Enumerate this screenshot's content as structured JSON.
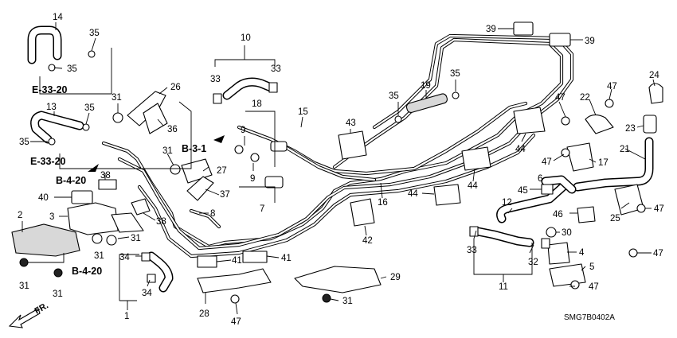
{
  "callouts": {
    "c1": "1",
    "c2": "2",
    "c3": "3",
    "c4": "4",
    "c5": "5",
    "c6": "6",
    "c7": "7",
    "c8": "8",
    "c9": "9",
    "c10": "10",
    "c11": "11",
    "c12": "12",
    "c13": "13",
    "c14": "14",
    "c15": "15",
    "c16": "16",
    "c17": "17",
    "c18": "18",
    "c19": "19",
    "c21": "21",
    "c22": "22",
    "c23": "23",
    "c24": "24",
    "c25": "25",
    "c26": "26",
    "c27": "27",
    "c28": "28",
    "c29": "29",
    "c30": "30",
    "c31": "31",
    "c32": "32",
    "c33": "33",
    "c34": "34",
    "c35": "35",
    "c36": "36",
    "c37": "37",
    "c38": "38",
    "c39": "39",
    "c40": "40",
    "c41": "41",
    "c42": "42",
    "c43": "43",
    "c44": "44",
    "c45": "45",
    "c46": "46",
    "c47": "47"
  },
  "refs": {
    "e_33_20": "E-33-20",
    "b_3_1": "B-3-1",
    "b_4_20": "B-4-20"
  },
  "direction": {
    "front_label": "FR."
  },
  "drawing_code": "SMG7B0402A"
}
